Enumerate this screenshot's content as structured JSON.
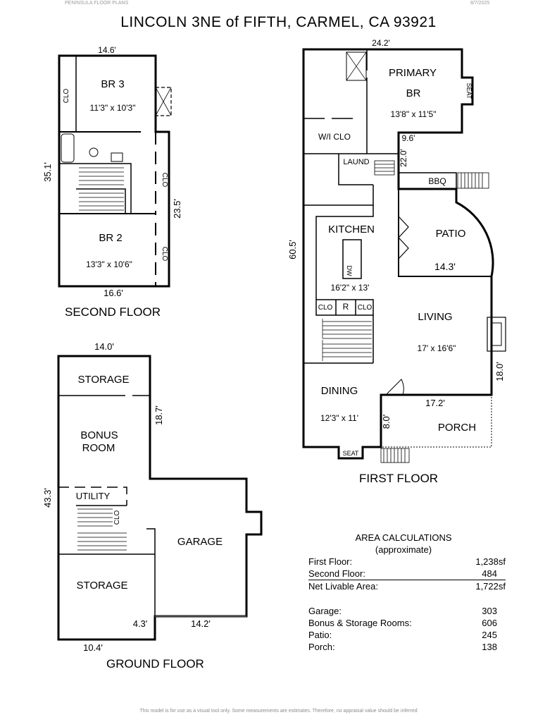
{
  "header": {
    "company": "PENINSULA FLOOR PLANS",
    "date": "8/7/2025",
    "title": "LINCOLN 3NE of FIFTH, CARMEL, CA  93921"
  },
  "second_floor": {
    "name": "SECOND FLOOR",
    "dims": {
      "top": "14.6'",
      "left": "35.1'",
      "right": "23.5'",
      "bottom": "16.6'"
    },
    "rooms": {
      "br3": {
        "name": "BR 3",
        "size": "11'3\" x 10'3\""
      },
      "br2": {
        "name": "BR 2",
        "size": "13'3\" x 10'6\""
      },
      "clo": "CLO"
    }
  },
  "first_floor": {
    "name": "FIRST FLOOR",
    "dims": {
      "top": "24.2'",
      "left": "60.5'",
      "primary_w": "9.6'",
      "primary_h": "22.0'",
      "patio": "14.3'",
      "living_h": "18.0'",
      "porch_w": "17.2'",
      "porch_h": "8.0'"
    },
    "rooms": {
      "primary_1": "PRIMARY",
      "primary_2": "BR",
      "primary_size": "13'8\" x 11'5\"",
      "seat": "SEAT",
      "wi_clo": "W/I CLO",
      "laund": "LAUND",
      "bbq": "BBQ",
      "kitchen": "KITCHEN",
      "kitchen_size": "16'2\" x 13'",
      "dw": "DW",
      "patio": "PATIO",
      "clo": "CLO",
      "r": "R",
      "living": "LIVING",
      "living_size": "17' x 16'6\"",
      "dining": "DINING",
      "dining_size": "12'3\" x 11'",
      "porch": "PORCH"
    }
  },
  "ground_floor": {
    "name": "GROUND FLOOR",
    "dims": {
      "top": "14.0'",
      "left": "43.3'",
      "bonus": "18.7'",
      "step": "4.3'",
      "garage_w": "14.2'",
      "bottom": "10.4'"
    },
    "rooms": {
      "storage_top": "STORAGE",
      "bonus_1": "BONUS",
      "bonus_2": "ROOM",
      "utility": "UTILITY",
      "clo": "CLO",
      "garage": "GARAGE",
      "storage_bottom": "STORAGE"
    }
  },
  "area": {
    "title": "AREA CALCULATIONS",
    "subtitle": "(approximate)",
    "rows": [
      {
        "label": "First  Floor:",
        "value": "1,238sf"
      },
      {
        "label": "Second Floor:",
        "value": "484"
      },
      {
        "label": "Net Livable Area:",
        "value": "1,722sf"
      }
    ],
    "rows2": [
      {
        "label": "Garage:",
        "value": "303"
      },
      {
        "label": "Bonus & Storage Rooms:",
        "value": "606"
      },
      {
        "label": "Patio:",
        "value": "245"
      },
      {
        "label": "Porch:",
        "value": "138"
      }
    ]
  },
  "footer": "This model is for use as a visual tool only. Some measurements are estimates. Therefore, no appraisal value should be inferred"
}
